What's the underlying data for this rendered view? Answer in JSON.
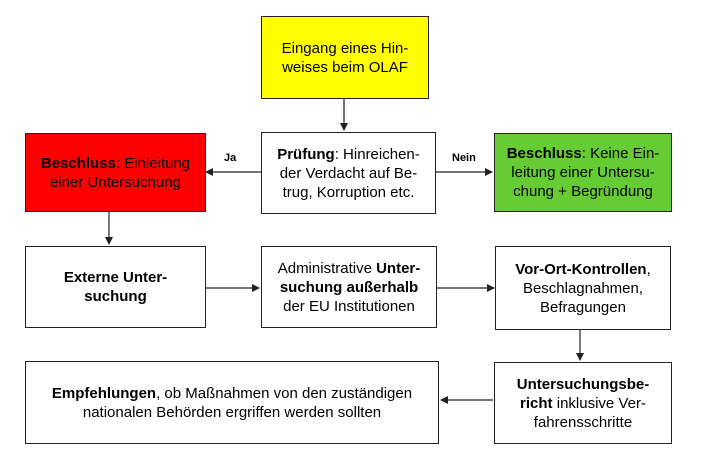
{
  "colors": {
    "yellow": "#ffff00",
    "red": "#ff0000",
    "green": "#66cc33",
    "white": "#ffffff"
  },
  "boxes": {
    "eingang": {
      "line1": "Eingang eines Hin-",
      "line2": "weises beim OLAF"
    },
    "pruefung": {
      "bold": "Prüfung",
      "rest1": ": Hinreichen-",
      "line2": "der Verdacht auf Be-",
      "line3": "trug, Korruption etc."
    },
    "beschluss_ja": {
      "bold": "Beschluss",
      "rest1": ": Einleitung",
      "line2": "einer Untersuchung"
    },
    "beschluss_nein": {
      "bold": "Beschluss",
      "rest1": ": Keine Ein-",
      "line2": "leitung einer Untersu-",
      "line3": "chung + Begründung"
    },
    "extern": {
      "line1": "Externe Unter-",
      "line2": "suchung"
    },
    "admin": {
      "plain1": "Administrative ",
      "bold1": "Unter-",
      "bold2": "suchung außerhalb",
      "line3": "der EU Institutionen"
    },
    "vorort": {
      "bold": "Vor-Ort-Kontrollen",
      "rest1": ",",
      "line2": "Beschlagnahmen,",
      "line3": "Befragungen"
    },
    "bericht": {
      "bold1": "Untersuchungsbe-",
      "bold2": "richt",
      "rest2": " inklusive Ver-",
      "line3": "fahrensschritte"
    },
    "empfehlungen": {
      "bold": "Empfehlungen",
      "rest1": ", ob Maßnahmen von den zuständigen",
      "line2": "nationalen Behörden ergriffen werden sollten"
    }
  },
  "labels": {
    "ja": "Ja",
    "nein": "Nein"
  }
}
